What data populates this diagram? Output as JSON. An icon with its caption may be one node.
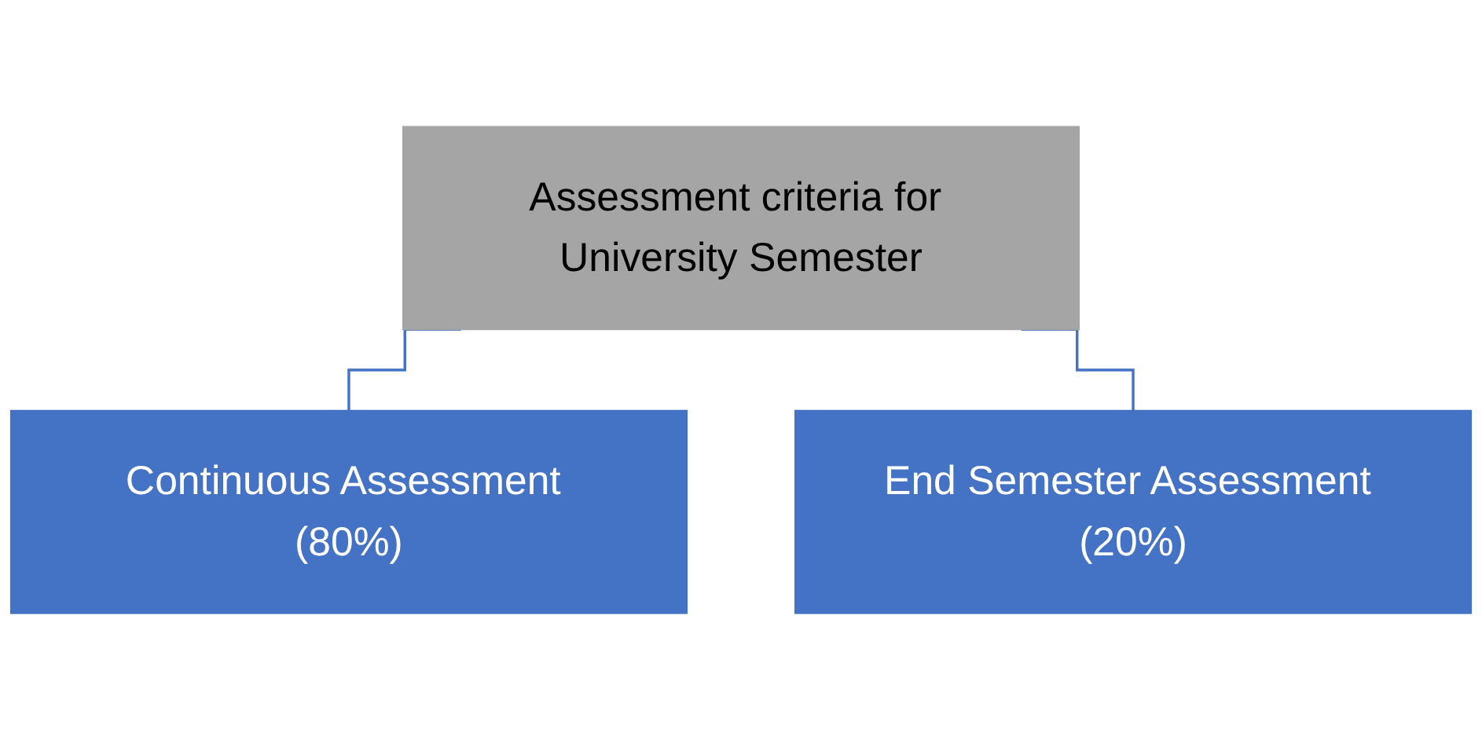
{
  "diagram": {
    "nodes": [
      {
        "text": [
          "Assessment criteria for University Semester"
        ]
      },
      {
        "text": [
          "Continuous Assessment (80%)"
        ]
      },
      {
        "text": [
          "End Semester Assessment (20%)"
        ]
      }
    ],
    "edges": [
      {
        "from": 0,
        "to": 1,
        "arrow": "none"
      },
      {
        "from": 0,
        "to": 2,
        "arrow": "none"
      }
    ]
  }
}
